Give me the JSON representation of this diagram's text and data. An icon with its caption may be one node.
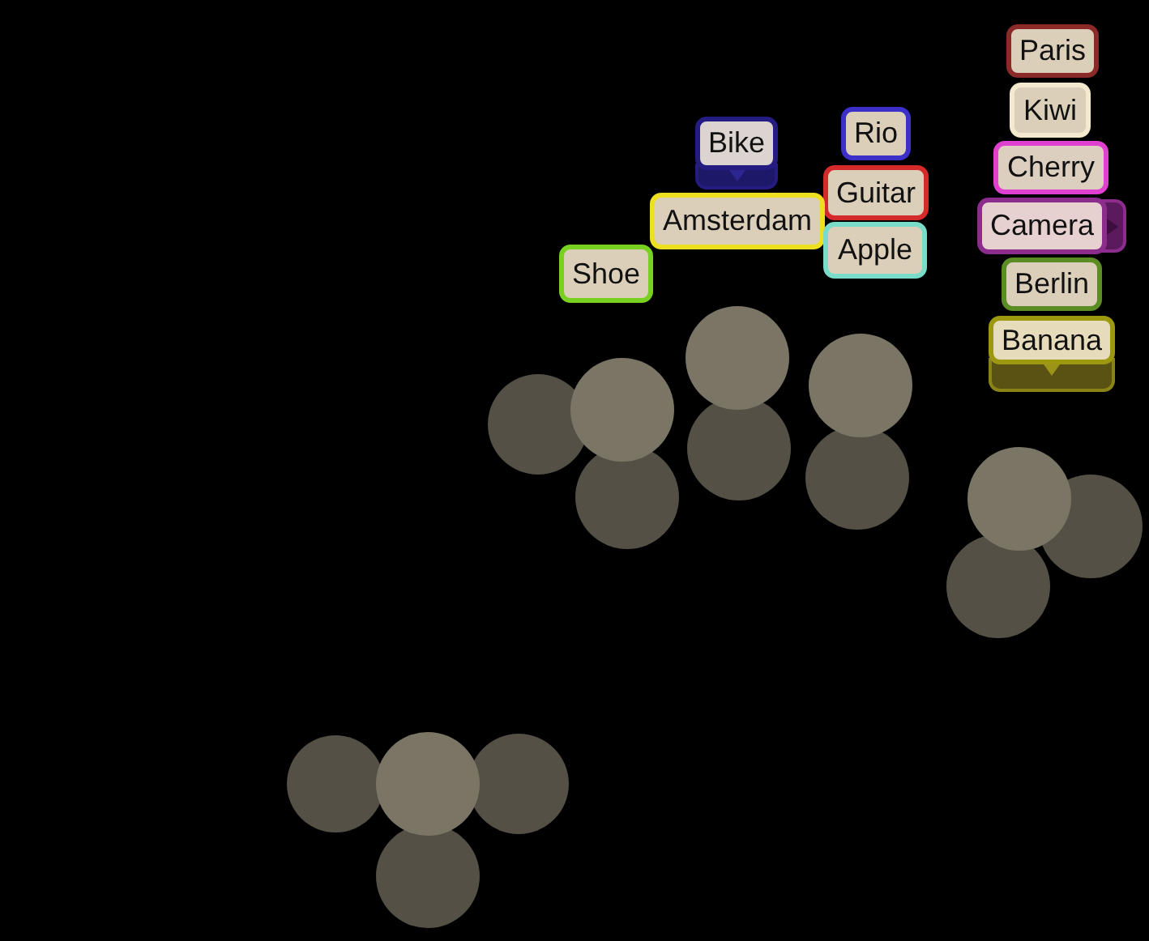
{
  "diagram": {
    "nodes": [
      {
        "text": [
          "Paris"
        ]
      },
      {
        "text": [
          "Kiwi"
        ]
      },
      {
        "text": [
          "Rio"
        ]
      },
      {
        "text": [
          "Bike"
        ]
      },
      {
        "text": [
          "Cherry"
        ]
      },
      {
        "text": [
          "Guitar"
        ]
      },
      {
        "text": [
          "Amsterdam"
        ]
      },
      {
        "text": [
          "Camera"
        ]
      },
      {
        "text": [
          "Apple"
        ]
      },
      {
        "text": [
          "Shoe"
        ]
      },
      {
        "text": [
          "Berlin"
        ]
      },
      {
        "text": [
          "Banana"
        ]
      },
      {
        "text": [],
        "shape": "circle"
      },
      {
        "text": [],
        "shape": "circle"
      },
      {
        "text": [],
        "shape": "circle"
      },
      {
        "text": [],
        "shape": "circle"
      },
      {
        "text": [],
        "shape": "circle"
      },
      {
        "text": [],
        "shape": "circle"
      },
      {
        "text": [],
        "shape": "circle"
      },
      {
        "text": [],
        "shape": "circle"
      },
      {
        "text": [],
        "shape": "circle"
      },
      {
        "text": [],
        "shape": "circle"
      },
      {
        "text": [],
        "shape": "circle"
      },
      {
        "text": [],
        "shape": "circle"
      },
      {
        "text": [],
        "shape": "circle"
      },
      {
        "text": [],
        "shape": "circle"
      }
    ]
  }
}
